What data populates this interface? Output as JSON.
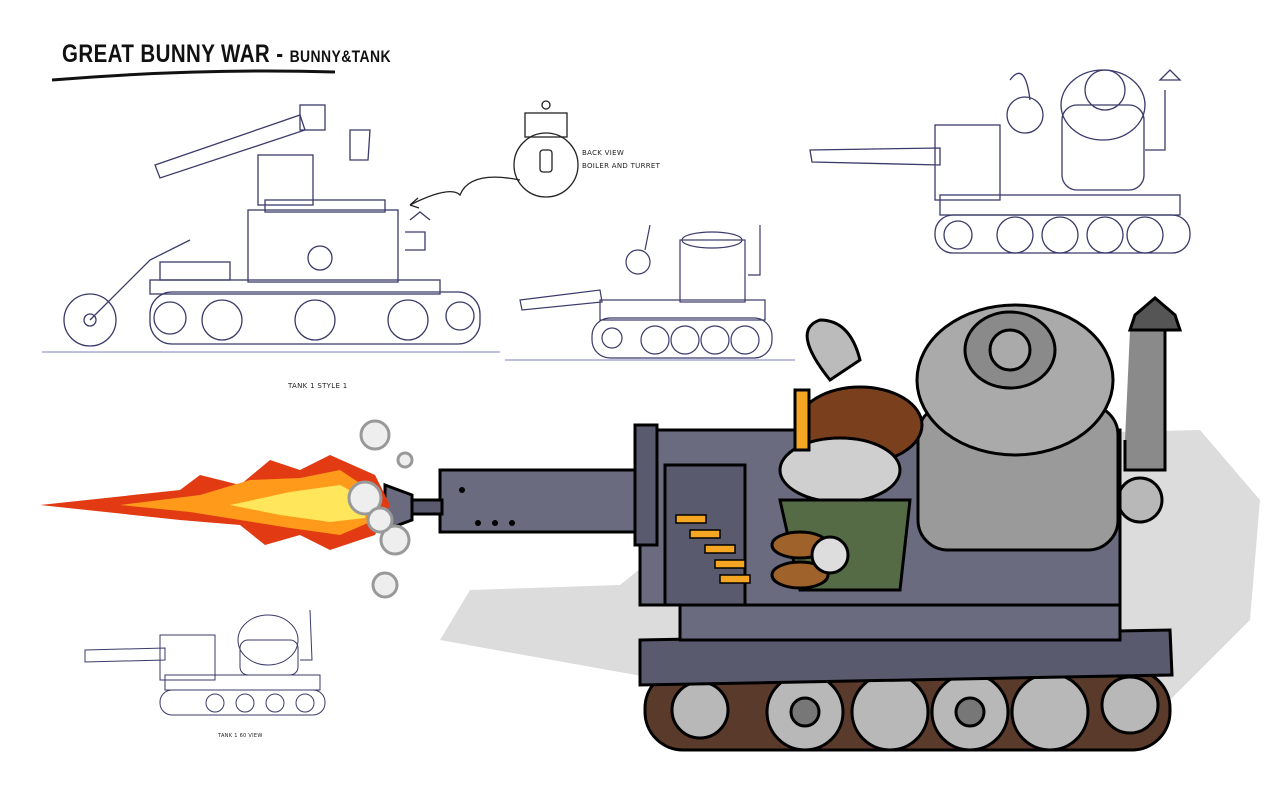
{
  "title": {
    "main": "GREAT BUNNY WAR -",
    "sub": "BUNNY&TANK"
  },
  "notes": {
    "back_view_1": "BACK VIEW",
    "back_view_2": "BOILER AND TURRET",
    "style_caption": "TANK 1 STYLE 1",
    "view_caption": "TANK 1 60 VIEW"
  },
  "colors": {
    "tank_body": "#6b6b80",
    "tank_dark": "#4a4a5a",
    "boiler": "#9a9a9a",
    "helmet": "#7a3f1c",
    "flame": "#ff9a1a",
    "sketch_line": "#3a3a6a",
    "shadow": "#d9d9d9"
  }
}
